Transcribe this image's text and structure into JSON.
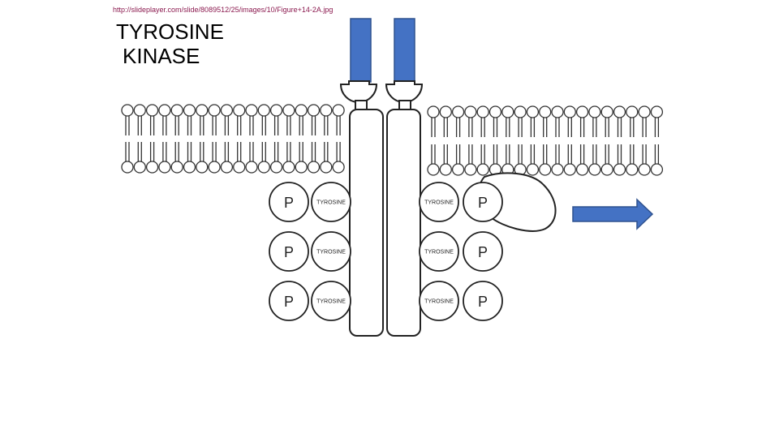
{
  "source_url": "http://slideplayer.com/slide/8089512/25/images/10/Figure+14-2A.jpg",
  "title": {
    "line1": "TYROSINE",
    "line2": "KINASE"
  },
  "receptor": {
    "left_residues": [
      {
        "phosphate": "P",
        "residue": "TYROSINE"
      },
      {
        "phosphate": "P",
        "residue": "TYROSINE"
      },
      {
        "phosphate": "P",
        "residue": "TYROSINE"
      }
    ],
    "right_residues": [
      {
        "phosphate": "P",
        "residue": "TYROSINE"
      },
      {
        "phosphate": "P",
        "residue": "TYROSINE"
      },
      {
        "phosphate": "P",
        "residue": "TYROSINE"
      }
    ]
  },
  "colors": {
    "ligand": "#4472c4",
    "arrow": "#4472c4",
    "outline": "#222222",
    "url": "#8b1a4f"
  },
  "icons": {
    "signal_arrow": "right-arrow-icon",
    "relay_protein": "blob-shape"
  }
}
